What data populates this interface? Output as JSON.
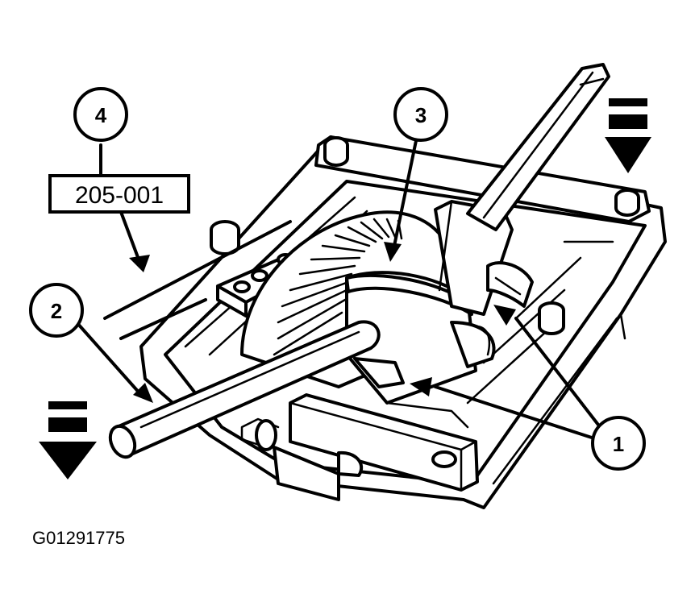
{
  "callouts": {
    "one": "1",
    "two": "2",
    "three": "3",
    "four": "4"
  },
  "tool_number": "205-001",
  "figure_id": "G01291775"
}
